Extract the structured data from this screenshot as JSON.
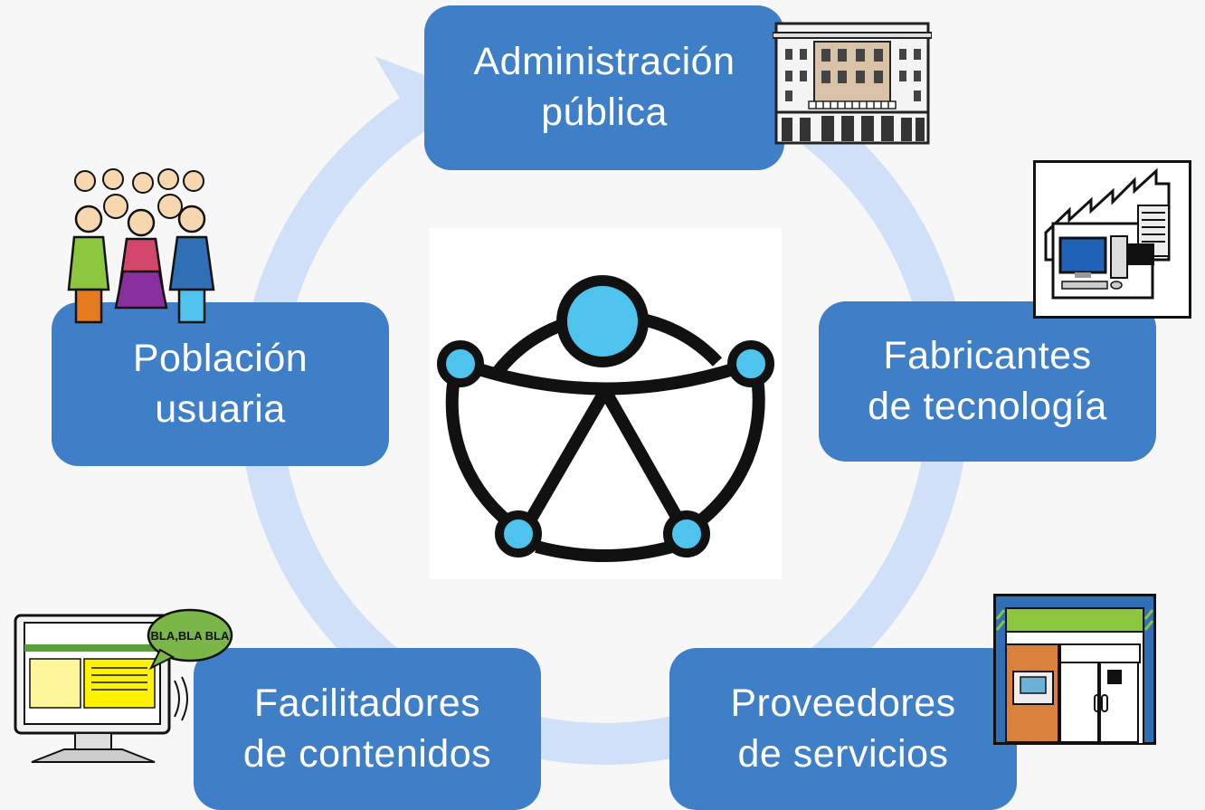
{
  "nodes": {
    "admin": {
      "line1": "Administración",
      "line2": "pública"
    },
    "fab": {
      "line1": "Fabricantes",
      "line2": "de tecnología"
    },
    "prov": {
      "line1": "Proveedores",
      "line2": "de servicios"
    },
    "fac": {
      "line1": "Facilitadores",
      "line2": "de contenidos"
    },
    "pob": {
      "line1": "Población",
      "line2": "usuaria"
    }
  },
  "pictograms": {
    "speech_bubble": "BLA,BLA BLA"
  },
  "colors": {
    "node_fill": "#3f7fc7",
    "node_text": "#ffffff",
    "ring": "#cfe0f8",
    "accessibility_blue": "#4dc3ee",
    "background": "#f7f7f8"
  },
  "icons": {
    "center": "accessibility-icon",
    "admin": "government-building-icon",
    "fab": "factory-computer-icon",
    "prov": "shop-atm-icon",
    "fac": "easy-read-monitor-icon",
    "pob": "group-of-people-icon"
  }
}
